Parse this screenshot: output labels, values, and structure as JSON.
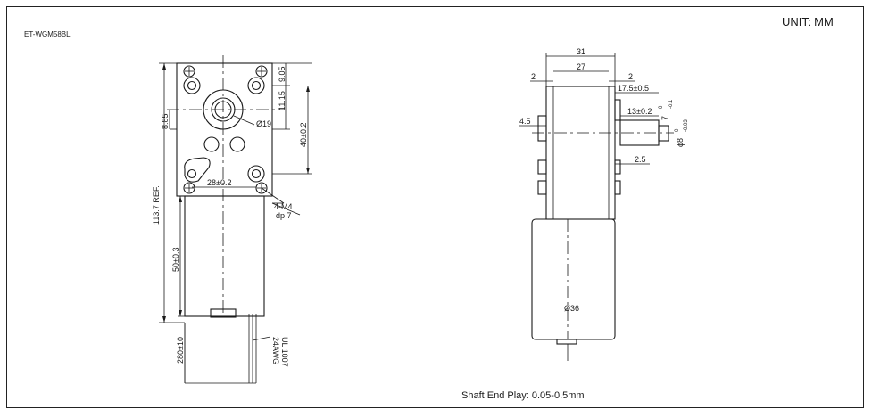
{
  "model": "ET-WGM58BL",
  "unit": "UNIT: MM",
  "note": "Shaft End Play: 0.05-0.5mm",
  "front_view": {
    "dim_overall": "113.7 REF.",
    "dim_top1": "9.05",
    "dim_top2": "11.15",
    "dim_height_box": "40±0.2",
    "dim_left": "8.85",
    "dim_bore": "Ø19",
    "dim_width": "28±0.2",
    "dim_thread": "4-M4",
    "dim_depth": "dp 7",
    "dim_motor": "50±0.3",
    "dim_lead": "280±10",
    "wire_spec1": "UL 1007",
    "wire_spec2": "24AWG"
  },
  "side_view": {
    "dim_31": "31",
    "dim_27": "27",
    "dim_2a": "2",
    "dim_2b": "2",
    "dim_175": "17.5±0.5",
    "dim_13": "13±0.2",
    "dim_7": "7",
    "dim_7_tol": "-0.1",
    "dim_7_tol_top": "0",
    "dim_8": "ϕ8",
    "dim_8_tol": "-0.03",
    "dim_8_tol_top": "0",
    "dim_45": "4.5",
    "dim_25": "2.5",
    "dim_motor_dia": "Ø36"
  }
}
